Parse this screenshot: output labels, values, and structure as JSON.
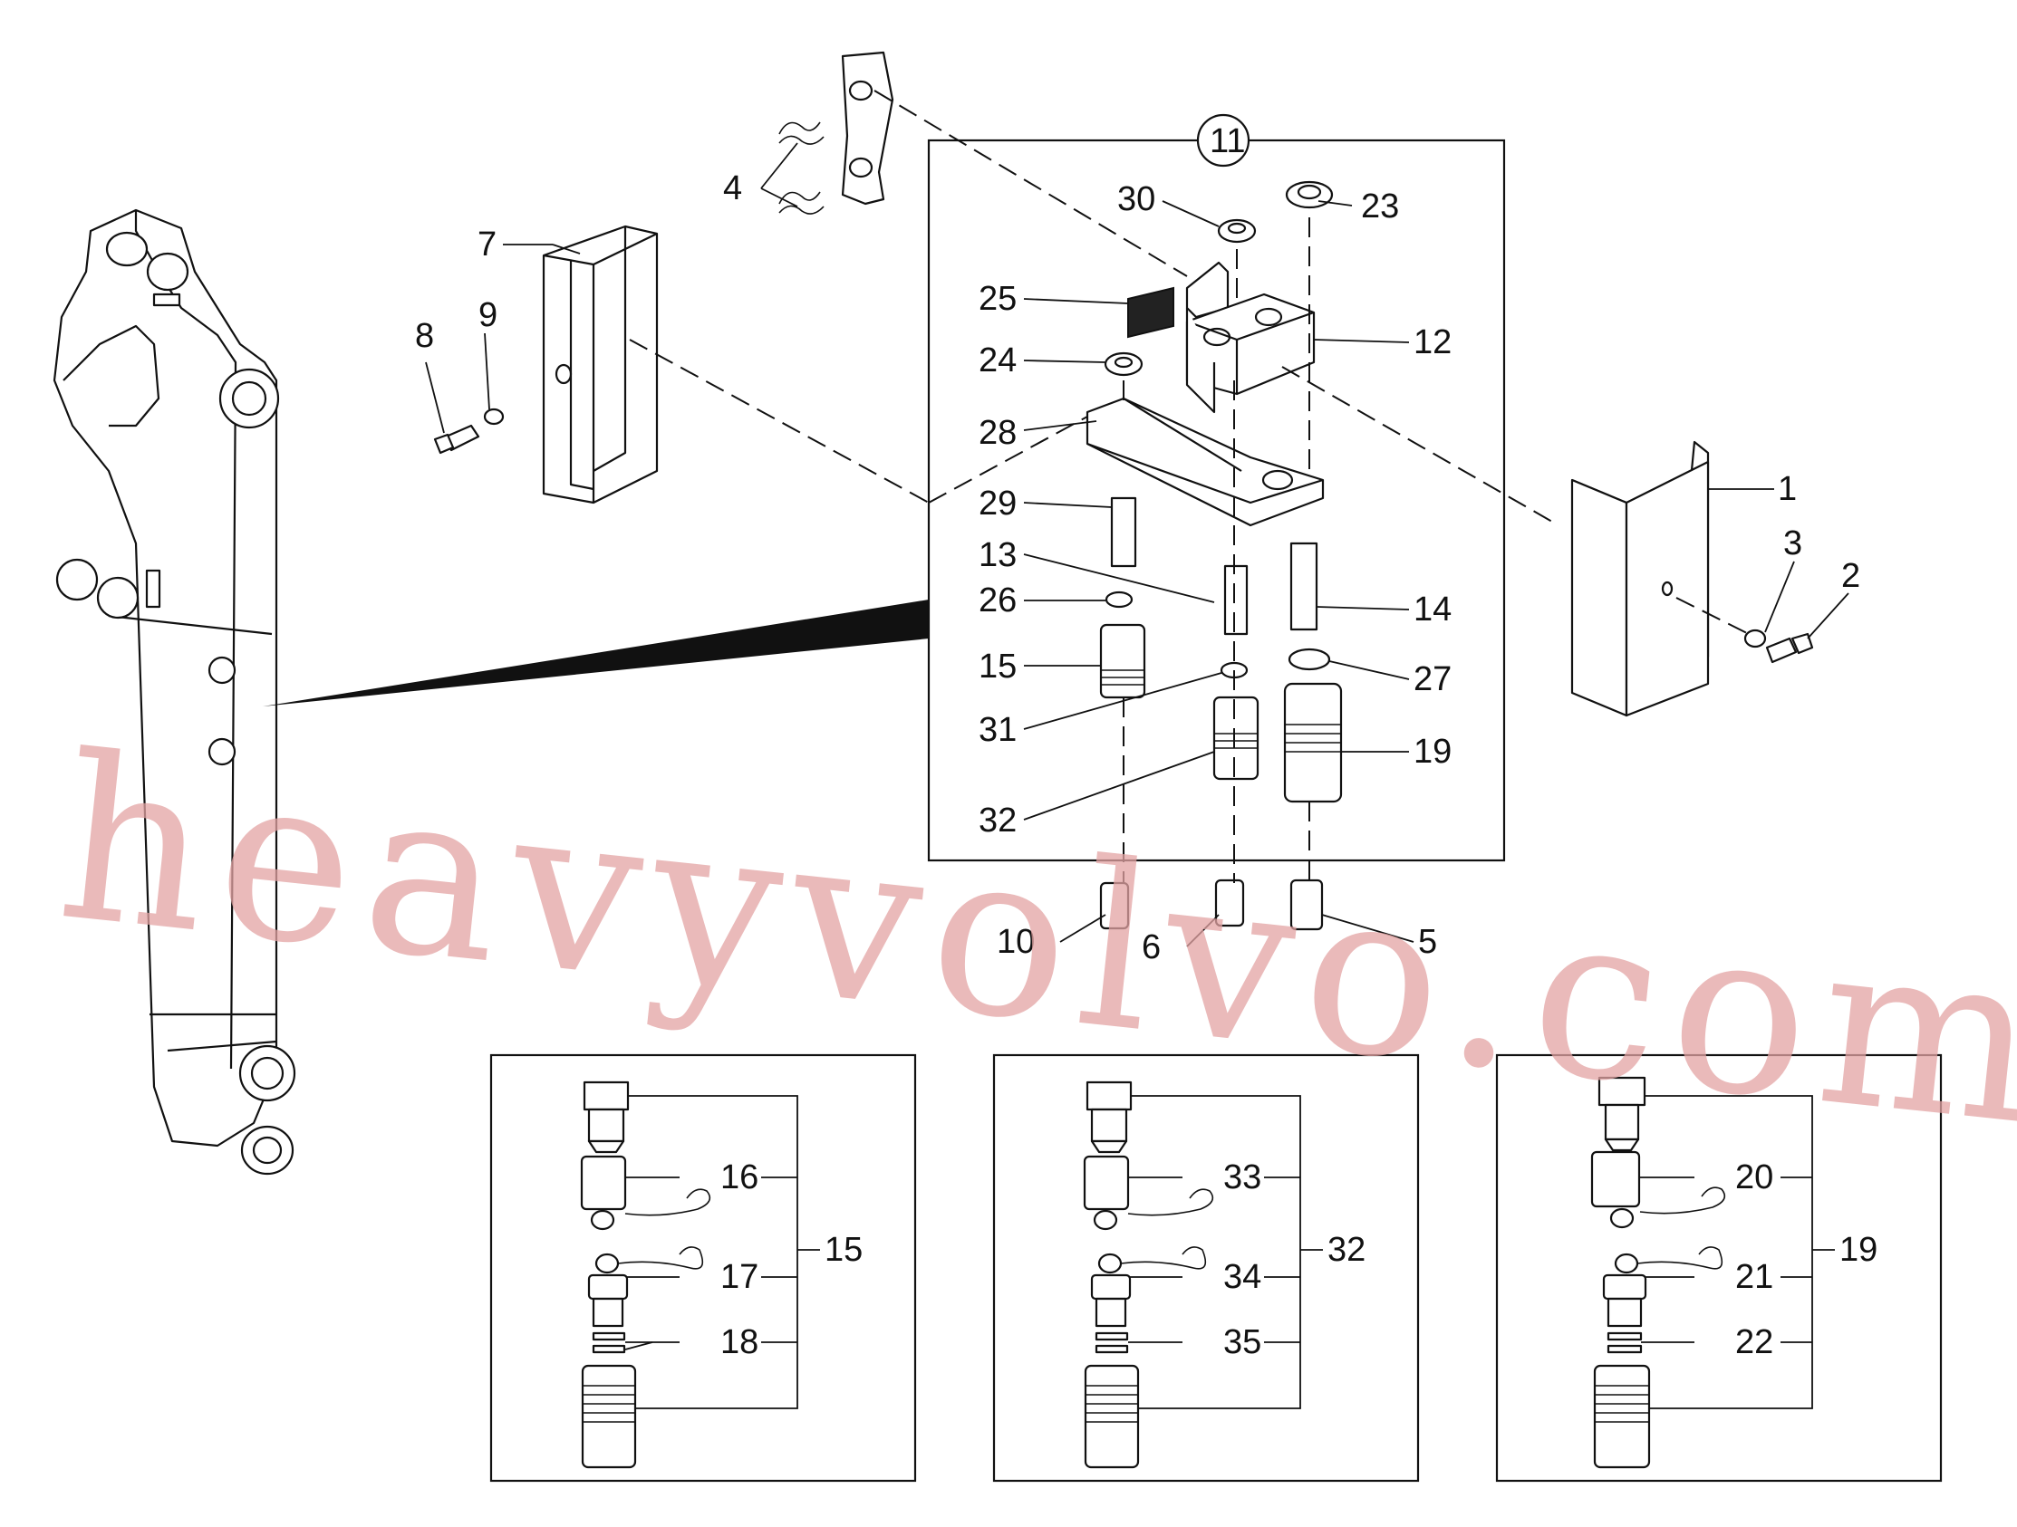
{
  "diagram": {
    "group_callout": "11",
    "callouts": {
      "c1": "1",
      "c2": "2",
      "c3": "3",
      "c4": "4",
      "c5": "5",
      "c6": "6",
      "c7": "7",
      "c8": "8",
      "c9": "9",
      "c10": "10",
      "c12": "12",
      "c13": "13",
      "c14": "14",
      "c15": "15",
      "c19": "19",
      "c23": "23",
      "c24": "24",
      "c25": "25",
      "c26": "26",
      "c27": "27",
      "c28": "28",
      "c29": "29",
      "c30": "30",
      "c31": "31",
      "c32": "32"
    },
    "detail_boxes": [
      {
        "parent": "15",
        "items": [
          "16",
          "17",
          "18"
        ]
      },
      {
        "parent": "32",
        "items": [
          "33",
          "34",
          "35"
        ]
      },
      {
        "parent": "19",
        "items": [
          "20",
          "21",
          "22"
        ]
      }
    ]
  },
  "watermark": "heavyvolvo.com"
}
